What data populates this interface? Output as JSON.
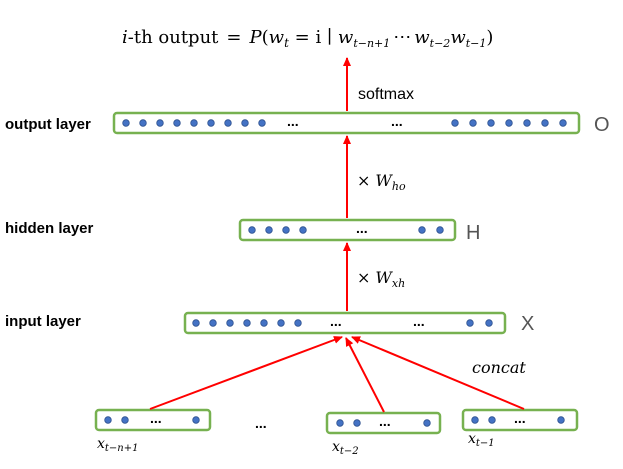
{
  "formula": {
    "lhs_italic": "i",
    "lhs_text": "-th output",
    "equals": "=",
    "rhs_P": "P",
    "rhs_open": "(",
    "w": "w",
    "t": "t",
    "eq_i": " = i ∣ ",
    "w1_sub": "t−n+1",
    "dots": "⋯",
    "w2_sub": "t−2",
    "w3_sub": "t−1",
    "rhs_close": ")"
  },
  "labels": {
    "output_layer": "output layer",
    "hidden_layer": "hidden layer",
    "input_layer": "input layer",
    "output_letter": "O",
    "hidden_letter": "H",
    "input_letter": "X",
    "softmax": "softmax",
    "times": "×",
    "W": "W",
    "w_ho_sub": "ho",
    "w_xh_sub": "xh",
    "concat": "concat"
  },
  "ellipsis": "...",
  "inputs": {
    "x": "x",
    "sub1": "t−n+1",
    "sub2": "t−2",
    "sub3": "t−1"
  },
  "colors": {
    "box_border": "#77b150",
    "dot_fill": "#4472c4",
    "dot_stroke": "#2f528f",
    "arrow": "#ff0000"
  }
}
